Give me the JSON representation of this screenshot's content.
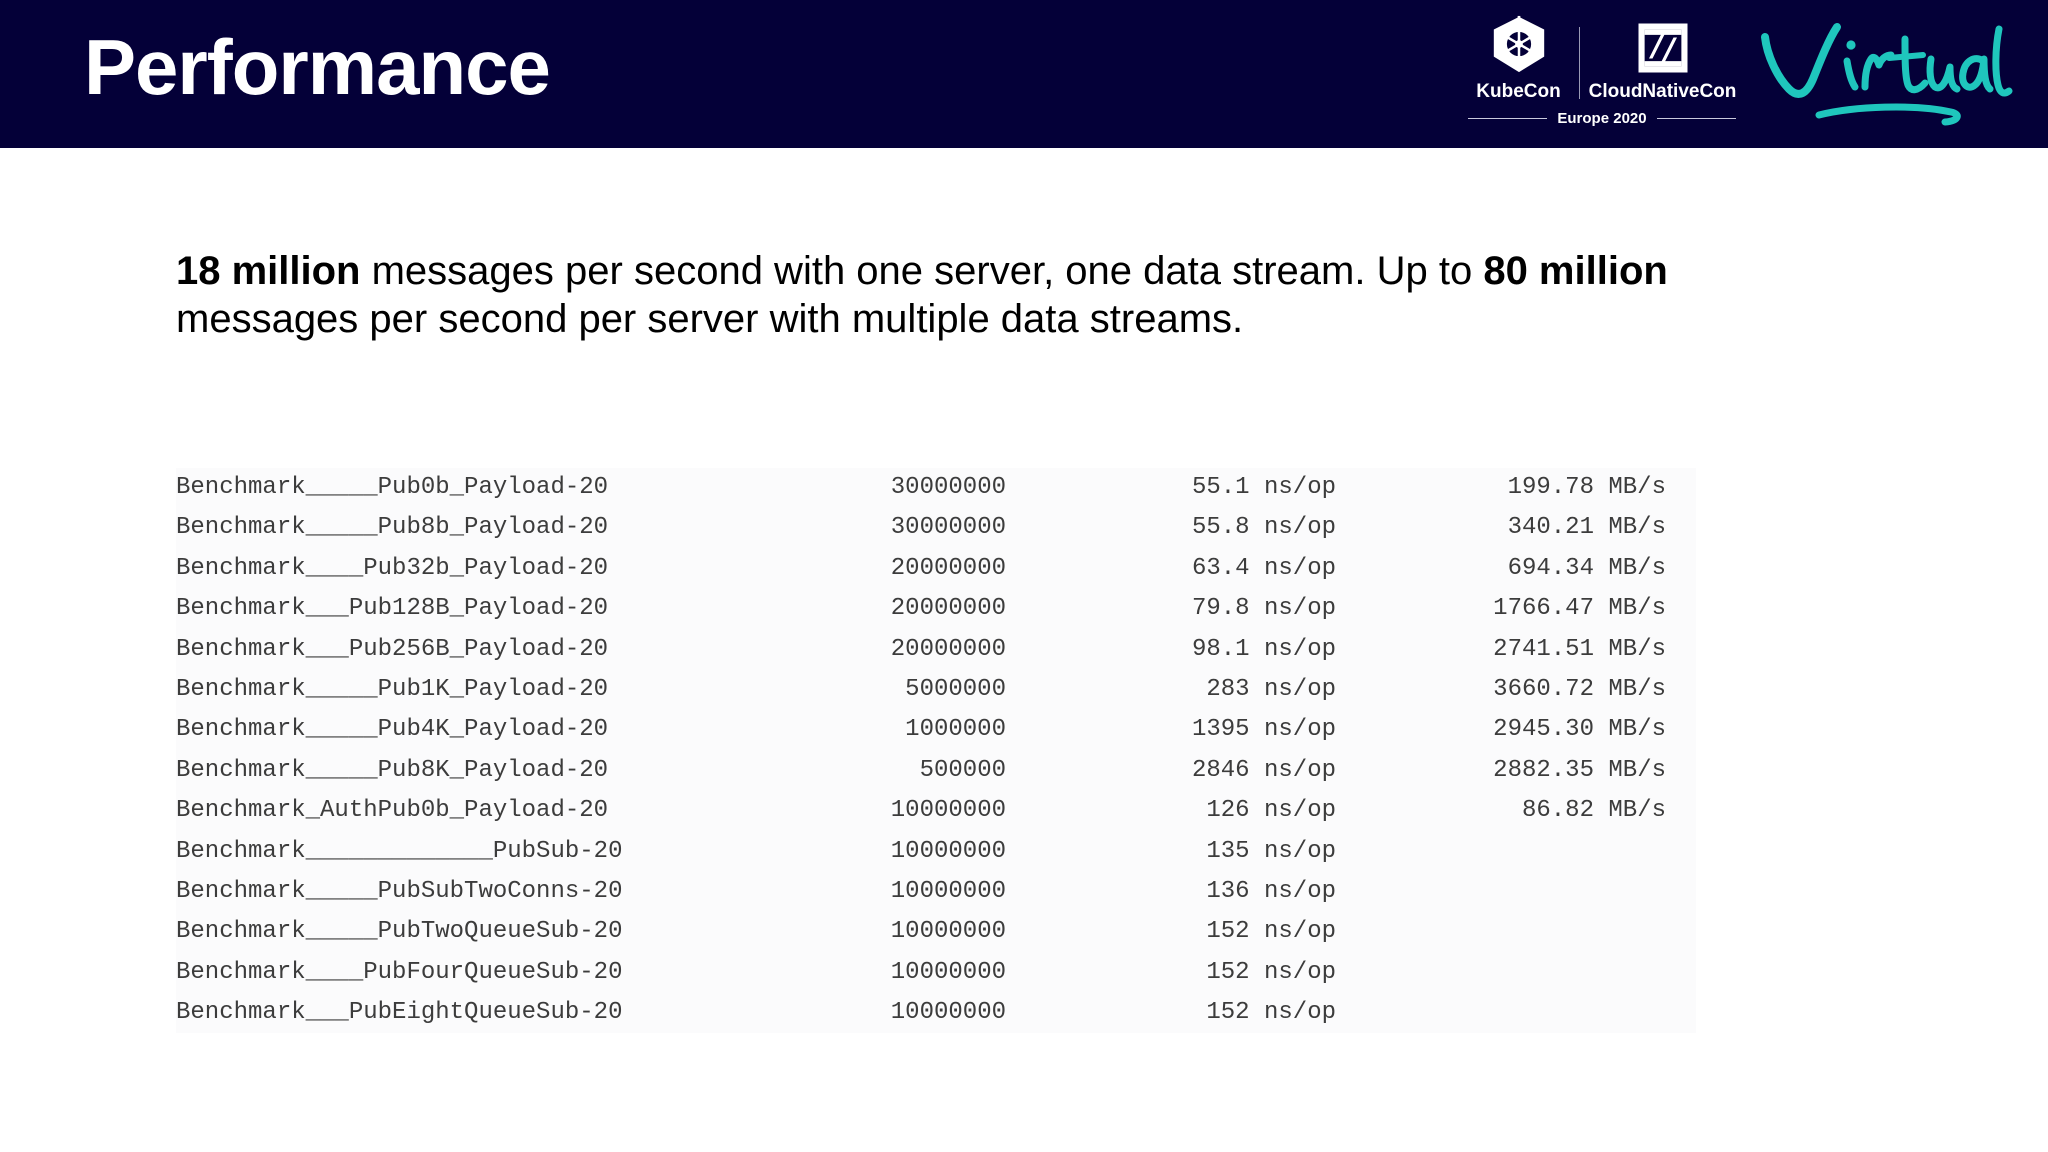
{
  "header": {
    "title": "Performance",
    "bg_color": "#040038",
    "kubecon": {
      "left_label": "KubeCon",
      "right_label": "CloudNativeCon",
      "edition": "Europe 2020",
      "left_icon": "kubernetes-helm-icon",
      "right_icon": "cncf-logo-icon"
    },
    "virtual": {
      "label": "Virtual",
      "color": "#1fc6bd"
    }
  },
  "body": {
    "line1": {
      "bold": "18 million",
      "rest": " messages per second with one server, one data stream."
    },
    "line2": {
      "prefix": "Up to ",
      "bold": "80 million",
      "rest": " messages per second per server with multiple data streams."
    }
  },
  "benchmark": {
    "rows": [
      {
        "name": "Benchmark_____Pub0b_Payload-20",
        "iters": "30000000",
        "nsop": "55.1 ns/op",
        "mbs": "199.78 MB/s"
      },
      {
        "name": "Benchmark_____Pub8b_Payload-20",
        "iters": "30000000",
        "nsop": "55.8 ns/op",
        "mbs": "340.21 MB/s"
      },
      {
        "name": "Benchmark____Pub32b_Payload-20",
        "iters": "20000000",
        "nsop": "63.4 ns/op",
        "mbs": "694.34 MB/s"
      },
      {
        "name": "Benchmark___Pub128B_Payload-20",
        "iters": "20000000",
        "nsop": "79.8 ns/op",
        "mbs": "1766.47 MB/s"
      },
      {
        "name": "Benchmark___Pub256B_Payload-20",
        "iters": "20000000",
        "nsop": "98.1 ns/op",
        "mbs": "2741.51 MB/s"
      },
      {
        "name": "Benchmark_____Pub1K_Payload-20",
        "iters": "5000000",
        "nsop": "283 ns/op",
        "mbs": "3660.72 MB/s"
      },
      {
        "name": "Benchmark_____Pub4K_Payload-20",
        "iters": "1000000",
        "nsop": "1395 ns/op",
        "mbs": "2945.30 MB/s"
      },
      {
        "name": "Benchmark_____Pub8K_Payload-20",
        "iters": "500000",
        "nsop": "2846 ns/op",
        "mbs": "2882.35 MB/s"
      },
      {
        "name": "Benchmark_AuthPub0b_Payload-20",
        "iters": "10000000",
        "nsop": "126 ns/op",
        "mbs": "86.82 MB/s"
      },
      {
        "name": "Benchmark_____________PubSub-20",
        "iters": "10000000",
        "nsop": "135 ns/op",
        "mbs": ""
      },
      {
        "name": "Benchmark_____PubSubTwoConns-20",
        "iters": "10000000",
        "nsop": "136 ns/op",
        "mbs": ""
      },
      {
        "name": "Benchmark_____PubTwoQueueSub-20",
        "iters": "10000000",
        "nsop": "152 ns/op",
        "mbs": ""
      },
      {
        "name": "Benchmark____PubFourQueueSub-20",
        "iters": "10000000",
        "nsop": "152 ns/op",
        "mbs": ""
      },
      {
        "name": "Benchmark___PubEightQueueSub-20",
        "iters": "10000000",
        "nsop": "152 ns/op",
        "mbs": ""
      }
    ]
  }
}
